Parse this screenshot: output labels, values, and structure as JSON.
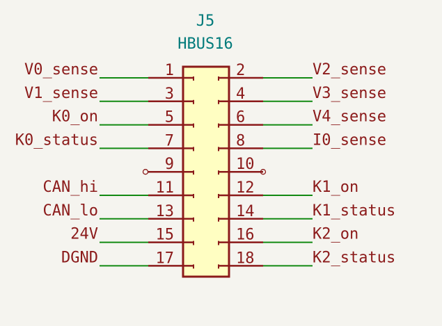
{
  "component": {
    "reference": "J5",
    "value": "HBUS16"
  },
  "pins": [
    {
      "left_num": "1",
      "left_net": "V0_sense",
      "right_num": "2",
      "right_net": "V2_sense"
    },
    {
      "left_num": "3",
      "left_net": "V1_sense",
      "right_num": "4",
      "right_net": "V3_sense"
    },
    {
      "left_num": "5",
      "left_net": "K0_on",
      "right_num": "6",
      "right_net": "V4_sense"
    },
    {
      "left_num": "7",
      "left_net": "K0_status",
      "right_num": "8",
      "right_net": "I0_sense"
    },
    {
      "left_num": "9",
      "left_net": "",
      "right_num": "10",
      "right_net": ""
    },
    {
      "left_num": "11",
      "left_net": "CAN_hi",
      "right_num": "12",
      "right_net": "K1_on"
    },
    {
      "left_num": "13",
      "left_net": "CAN_lo",
      "right_num": "14",
      "right_net": "K1_status"
    },
    {
      "left_num": "15",
      "left_net": "24V",
      "right_num": "16",
      "right_net": "K2_on"
    },
    {
      "left_num": "17",
      "left_net": "DGND",
      "right_num": "18",
      "right_net": "K2_status"
    }
  ],
  "colors": {
    "background": "#f5f4ef",
    "body_fill": "#fffec2",
    "body_stroke": "#8b1a1a",
    "wire": "#138a13",
    "text_red": "#8b1a1a",
    "text_teal": "#007a7a"
  }
}
